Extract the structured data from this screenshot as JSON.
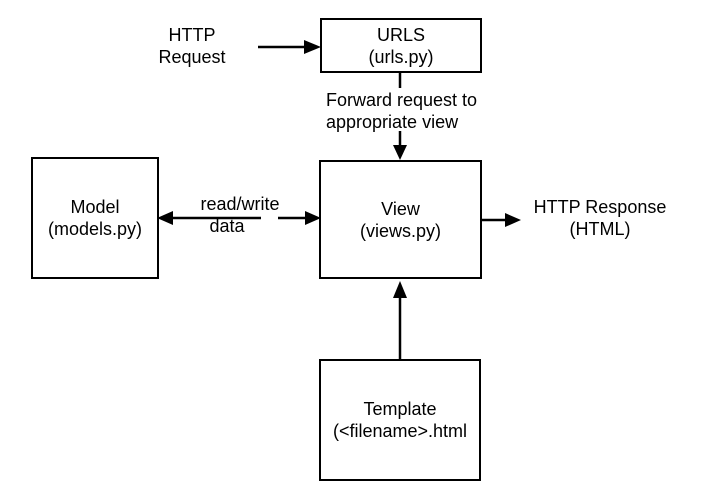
{
  "diagram": {
    "background_color": "#ffffff",
    "line_color": "#000000",
    "text_color": "#000000",
    "nodes": {
      "urls": {
        "line1": "URLS",
        "line2": "(urls.py)"
      },
      "model": {
        "line1": "Model",
        "line2": "(models.py)"
      },
      "view": {
        "line1": "View",
        "line2": "(views.py)"
      },
      "template": {
        "line1": "Template",
        "line2": "(<filename>.html"
      }
    },
    "labels": {
      "http_request": {
        "line1": "HTTP",
        "line2": "Request"
      },
      "forward": {
        "line1": "Forward request to",
        "line2": "appropriate view"
      },
      "read_write": {
        "line1": "read/write",
        "line2": "data"
      },
      "http_response": {
        "line1": "HTTP Response",
        "line2": "(HTML)"
      }
    }
  }
}
